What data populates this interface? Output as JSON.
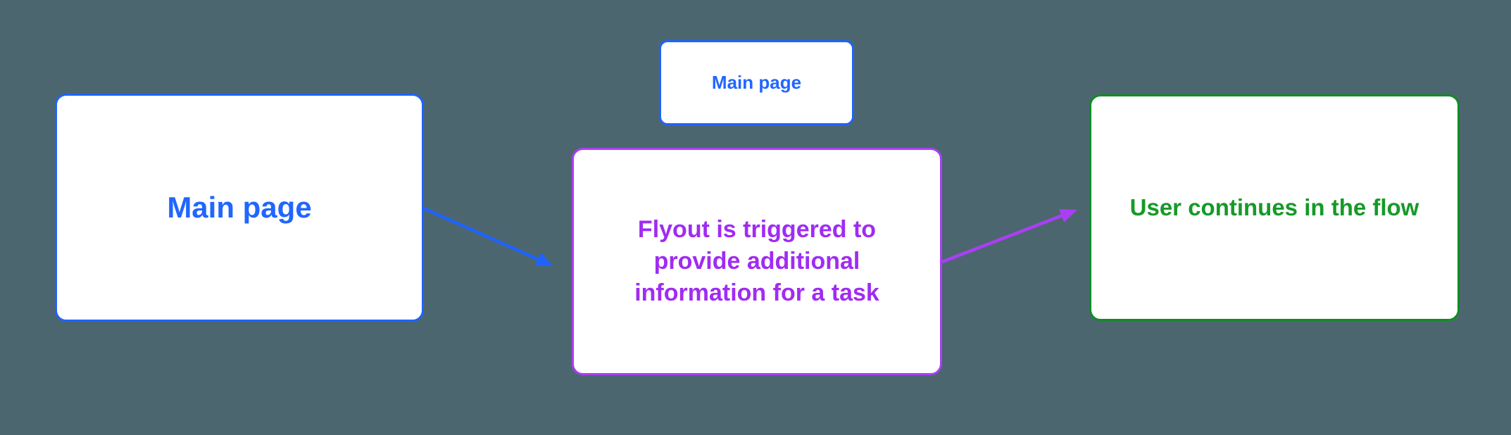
{
  "diagram": {
    "background_color": "#4C6670",
    "node_fill_color": "#FFFFFF"
  },
  "nodes": {
    "main_page": {
      "label": "Main page",
      "text_color": "#2166FF",
      "border_color": "#1E63FF"
    },
    "main_page_mini": {
      "label": "Main page",
      "text_color": "#2166FF",
      "border_color": "#1E63FF"
    },
    "flyout": {
      "label": "Flyout is triggered to\nprovide additional\ninformation for a task",
      "text_color": "#A02CF2",
      "border_color": "#AB3EF5"
    },
    "user_continues": {
      "label": "User continues in the flow",
      "text_color": "#169A27",
      "border_color": "#128B26"
    }
  },
  "connectors": {
    "main_to_flyout": {
      "from": "Main page",
      "to": "Flyout is triggered to provide additional information for a task",
      "color": "#1E63FF"
    },
    "flyout_to_user": {
      "from": "Flyout is triggered to provide additional information for a task",
      "to": "User continues in the flow",
      "color": "#AB3EF5"
    }
  }
}
